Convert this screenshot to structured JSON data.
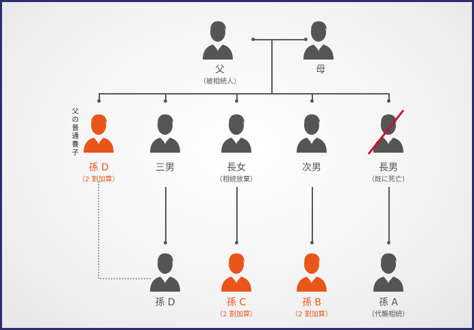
{
  "colors": {
    "heir_extra": "#e8561a",
    "normal": "#555555",
    "cross": "#c8102e",
    "frame": "#2b2d6b"
  },
  "parents": {
    "father": {
      "label": "父",
      "note": "（被相続人）"
    },
    "mother": {
      "label": "母"
    }
  },
  "children": [
    {
      "label": "孫 D",
      "note": "（2 割加算）",
      "side_note": "父の普通養子",
      "orange": true
    },
    {
      "label": "三男",
      "note": ""
    },
    {
      "label": "長女",
      "note": "（相続放棄）"
    },
    {
      "label": "次男",
      "note": ""
    },
    {
      "label": "長男",
      "note": "（既に死亡）",
      "deceased": true
    }
  ],
  "grandchildren": [
    {
      "label": "孫 D",
      "note": ""
    },
    {
      "label": "孫 C",
      "note": "（2 割加算）",
      "orange": true
    },
    {
      "label": "孫 B",
      "note": "（2 割加算）",
      "orange": true
    },
    {
      "label": "孫 A",
      "note": "（代襲相続）"
    }
  ]
}
